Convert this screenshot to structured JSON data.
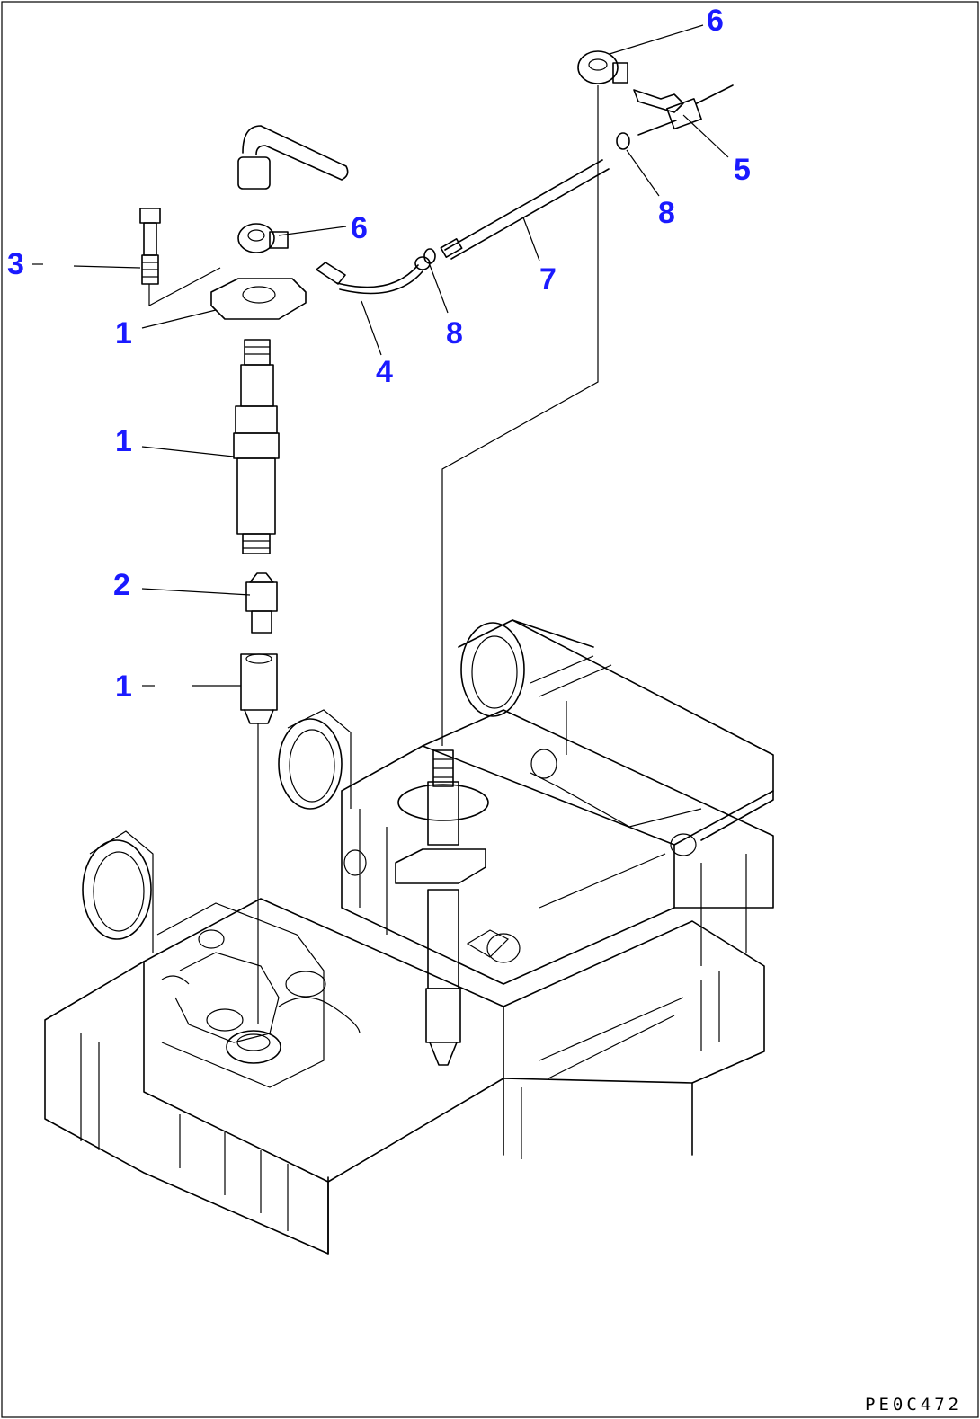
{
  "callouts": [
    {
      "label": "1"
    },
    {
      "label": "1"
    },
    {
      "label": "1"
    },
    {
      "label": "2"
    },
    {
      "label": "3"
    },
    {
      "label": "4"
    },
    {
      "label": "5"
    },
    {
      "label": "6"
    },
    {
      "label": "6"
    },
    {
      "label": "7"
    },
    {
      "label": "8"
    },
    {
      "label": "8"
    }
  ],
  "drawing_code": "PE0C472",
  "colors": {
    "callout": "#1a1aff",
    "line": "#000000",
    "background": "#ffffff"
  }
}
